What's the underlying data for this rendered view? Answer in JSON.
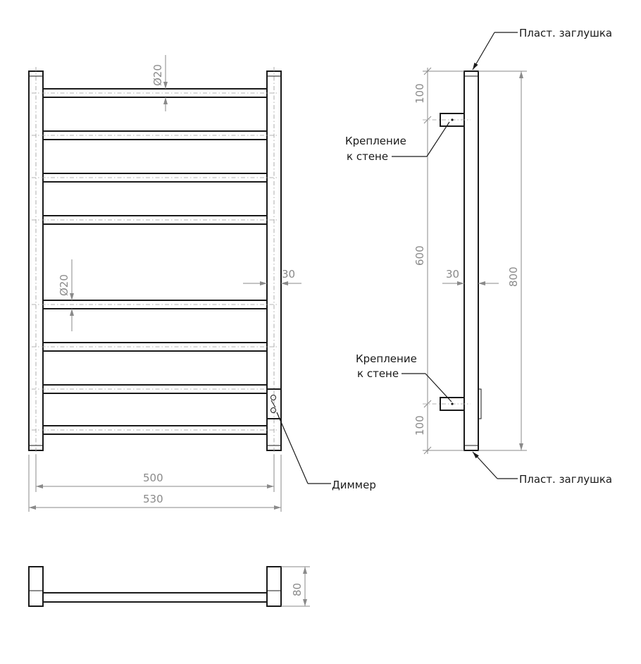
{
  "dimensions": {
    "bar_diameter_top": "Ø20",
    "bar_diameter_mid": "Ø20",
    "tube_width_front": "30",
    "inner_width": "500",
    "outer_width": "530",
    "side_top_offset": "100",
    "side_mount_spacing": "600",
    "side_bottom_offset": "100",
    "side_tube_width": "30",
    "total_height": "800",
    "depth": "80"
  },
  "labels": {
    "plug_top": "Пласт. заглушка",
    "plug_bottom": "Пласт. заглушка",
    "mount_top_line1": "Крепление",
    "mount_top_line2": "к стене",
    "mount_bottom_line1": "Крепление",
    "mount_bottom_line2": "к стене",
    "dimmer": "Диммер"
  }
}
